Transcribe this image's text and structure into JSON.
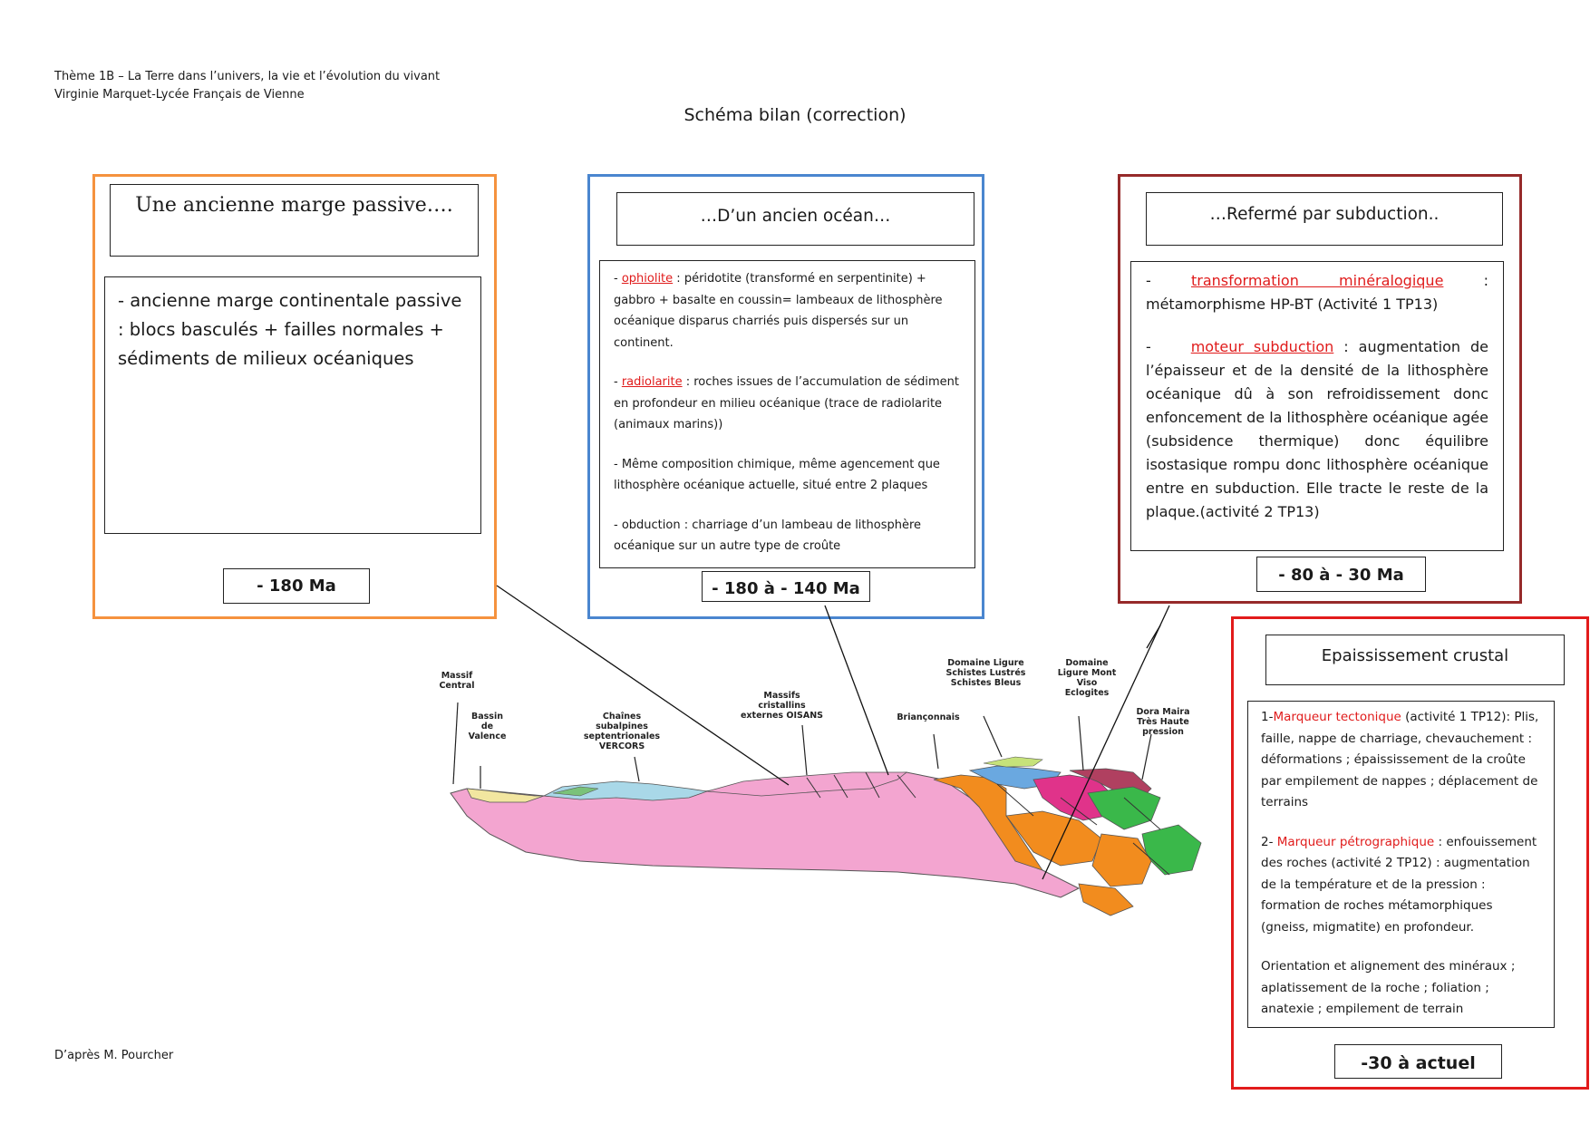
{
  "header": {
    "line1": "Thème 1B – La Terre dans l’univers, la vie et l’évolution du vivant",
    "line2": "Virginie Marquet-Lycée Français de Vienne",
    "title": "Schéma bilan (correction)"
  },
  "footer": "D’après M. Pourcher",
  "colors": {
    "orange": "#f5923e",
    "blue": "#4a86cf",
    "darkred": "#962a2a",
    "red": "#e21b1b",
    "pink": "#f3a5d0"
  },
  "panel1": {
    "title": "Une ancienne marge passive….",
    "text": "- ancienne marge continentale passive : blocs basculés + failles normales + sédiments de milieux océaniques",
    "date": "- 180 Ma"
  },
  "panel2": {
    "title": "…D’un ancien océan…",
    "p1_term": "ophiolite",
    "p1_text": " : péridotite (transformé en serpentinite) + gabbro + basalte en coussin= lambeaux de lithosphère océanique disparus charriés puis dispersés sur un continent.",
    "p2_term": "radiolarite",
    "p2_text": " : roches issues de l’accumulation de sédiment en profondeur en milieu océanique (trace de radiolarite (animaux marins))",
    "p3_text": "- Même composition chimique, même agencement que lithosphère océanique actuelle, situé entre 2 plaques",
    "p4_text": "- obduction : charriage d’un lambeau de lithosphère océanique sur un autre type de croûte",
    "date": "- 180 à - 140 Ma"
  },
  "panel3": {
    "title": "…Refermé par subduction..",
    "p1_term": "transformation minéralogique",
    "p1_text": " : métamorphisme HP-BT (Activité 1 TP13)",
    "p2_term": "moteur subduction",
    "p2_text": " : augmentation de l’épaisseur et de la densité de la lithosphère océanique dû à son refroidissement donc enfoncement de la lithosphère océanique agée (subsidence thermique) donc équilibre isostasique rompu donc lithosphère océanique entre en subduction. Elle tracte le reste de la plaque.(activité 2 TP13)",
    "date": "- 80 à - 30 Ma"
  },
  "panel4": {
    "title": "Epaississement crustal",
    "p1_prefix": "1-",
    "p1_term": "Marqueur tectonique",
    "p1_text": " (activité 1 TP12): Plis, faille, nappe de charriage, chevauchement : déformations ; épaississement de la croûte par empilement de nappes ; déplacement de terrains",
    "p2_prefix": "2- ",
    "p2_term": "Marqueur pétrographique",
    "p2_text": " : enfouissement des roches (activité 2 TP12) : augmentation de la température et de la pression : formation de roches métamorphiques (gneiss, migmatite) en profondeur.",
    "p3_text": "Orientation et alignement des minéraux ; aplatissement de la roche ; foliation ; anatexie ; empilement de terrain",
    "date": "-30 à actuel"
  },
  "diagram": {
    "labels": {
      "massif_central": "Massif Central",
      "bassin": "Bassin de Valence",
      "chaines": "Chaînes subalpines septentrionales VERCORS",
      "massifs": "Massifs cristallins externes OISANS",
      "brianconnais": "Briançonnais",
      "ligure_schistes": "Domaine Ligure Schistes Lustrés Schistes Bleus",
      "ligure_viso": "Domaine Ligure Mont Viso Eclogites",
      "dora_maira": "Dora Maira Très Haute pression"
    }
  }
}
